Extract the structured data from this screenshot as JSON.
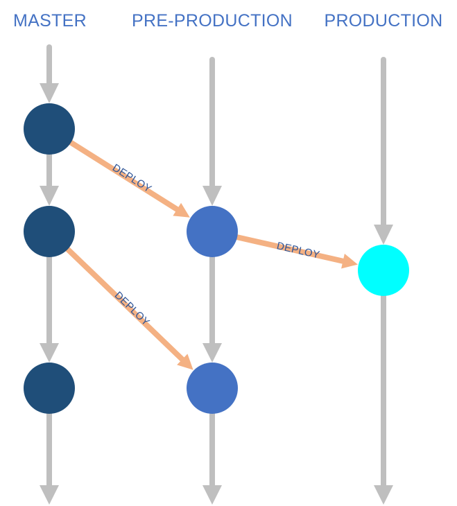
{
  "colors": {
    "title": "#4472c4",
    "track": "#bfbfbf",
    "deploy_arrow": "#f4b183",
    "deploy_text": "#2f5597",
    "master_node": "#1f4e79",
    "preprod_node": "#4472c4",
    "prod_node": "#00ffff"
  },
  "columns": {
    "master": {
      "title": "MASTER"
    },
    "preprod": {
      "title": "PRE-PRODUCTION"
    },
    "prod": {
      "title": "PRODUCTION"
    }
  },
  "nodes": [
    {
      "id": "master-1",
      "column": "master",
      "color_key": "master_node"
    },
    {
      "id": "master-2",
      "column": "master",
      "color_key": "master_node"
    },
    {
      "id": "master-3",
      "column": "master",
      "color_key": "master_node"
    },
    {
      "id": "preprod-1",
      "column": "preprod",
      "color_key": "preprod_node"
    },
    {
      "id": "preprod-2",
      "column": "preprod",
      "color_key": "preprod_node"
    },
    {
      "id": "prod-1",
      "column": "prod",
      "color_key": "prod_node"
    }
  ],
  "deploys": [
    {
      "from": "master-1",
      "to": "preprod-1",
      "label": "DEPLOY"
    },
    {
      "from": "master-2",
      "to": "preprod-2",
      "label": "DEPLOY"
    },
    {
      "from": "preprod-1",
      "to": "prod-1",
      "label": "DEPLOY"
    }
  ]
}
